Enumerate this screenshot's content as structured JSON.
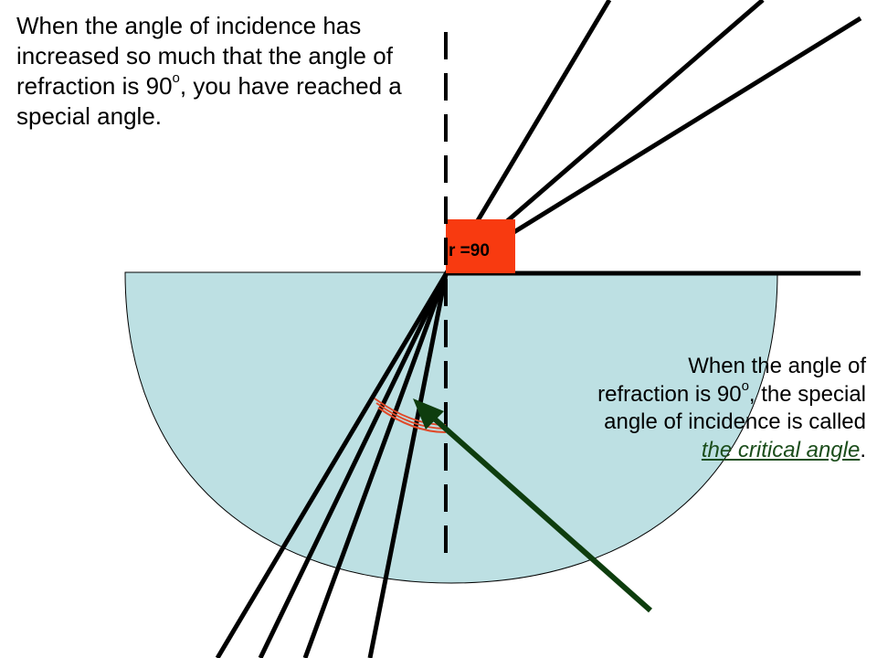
{
  "top_caption": {
    "before_sup": "When the angle of incidence has increased so much that the angle of refraction is 90",
    "sup": "o",
    "after_sup": ", you have reached a special angle."
  },
  "box_label": "r =90",
  "colors": {
    "glass": "#bde0e3",
    "highlight_box": "#f83a10",
    "arrow": "#0e3d0e",
    "arc": "#e04a2a",
    "rays": "#000000"
  },
  "bottom_caption": {
    "before_sup": "When the angle of refraction is 90",
    "sup": "o",
    "middle": ", the special angle of incidence is called",
    "term": "the critical angle",
    "after_term": "."
  }
}
